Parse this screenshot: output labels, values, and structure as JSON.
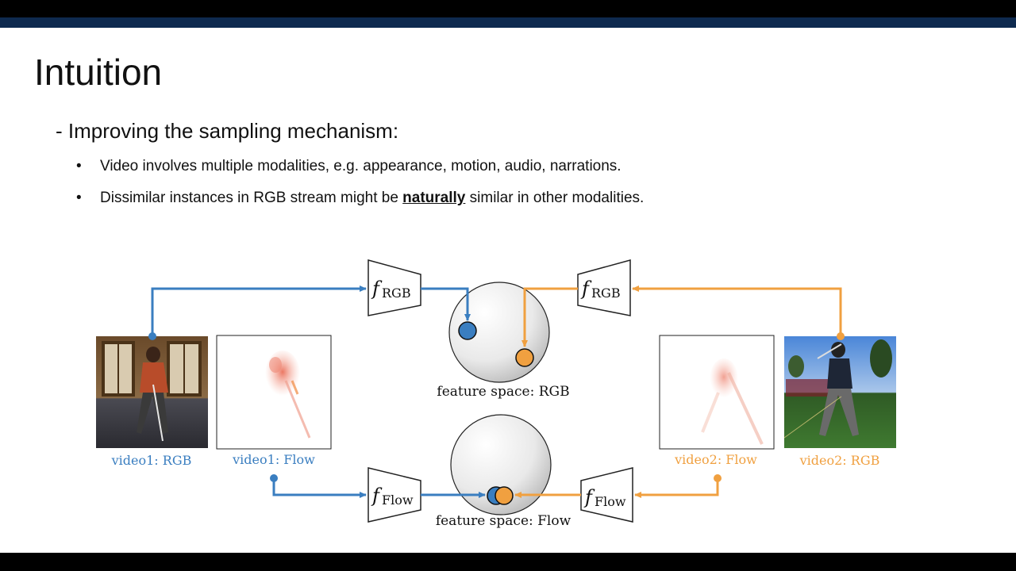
{
  "slide": {
    "title": "Intuition",
    "heading": "- Improving the sampling mechanism:",
    "bullets": [
      {
        "marker": "•",
        "text": "Video involves multiple modalities, e.g. appearance, motion, audio, narrations."
      },
      {
        "marker": "•",
        "before": "Dissimilar instances in RGB stream might be ",
        "emphasis": "naturally",
        "after": " similar in other modalities."
      }
    ]
  },
  "diagram": {
    "encoders": {
      "rgb_symbol": "f",
      "rgb_subscript": "RGB",
      "flow_symbol": "f",
      "flow_subscript": "Flow"
    },
    "feature_space_rgb_label": "feature space: RGB",
    "feature_space_flow_label": "feature space: Flow",
    "video1_rgb_label": "video1: RGB",
    "video1_flow_label": "video1: Flow",
    "video2_flow_label": "video2: Flow",
    "video2_rgb_label": "video2: RGB"
  },
  "colors": {
    "video1": "#3a7ec0",
    "video2": "#f0a040",
    "header_band": "#0e2a4f"
  }
}
